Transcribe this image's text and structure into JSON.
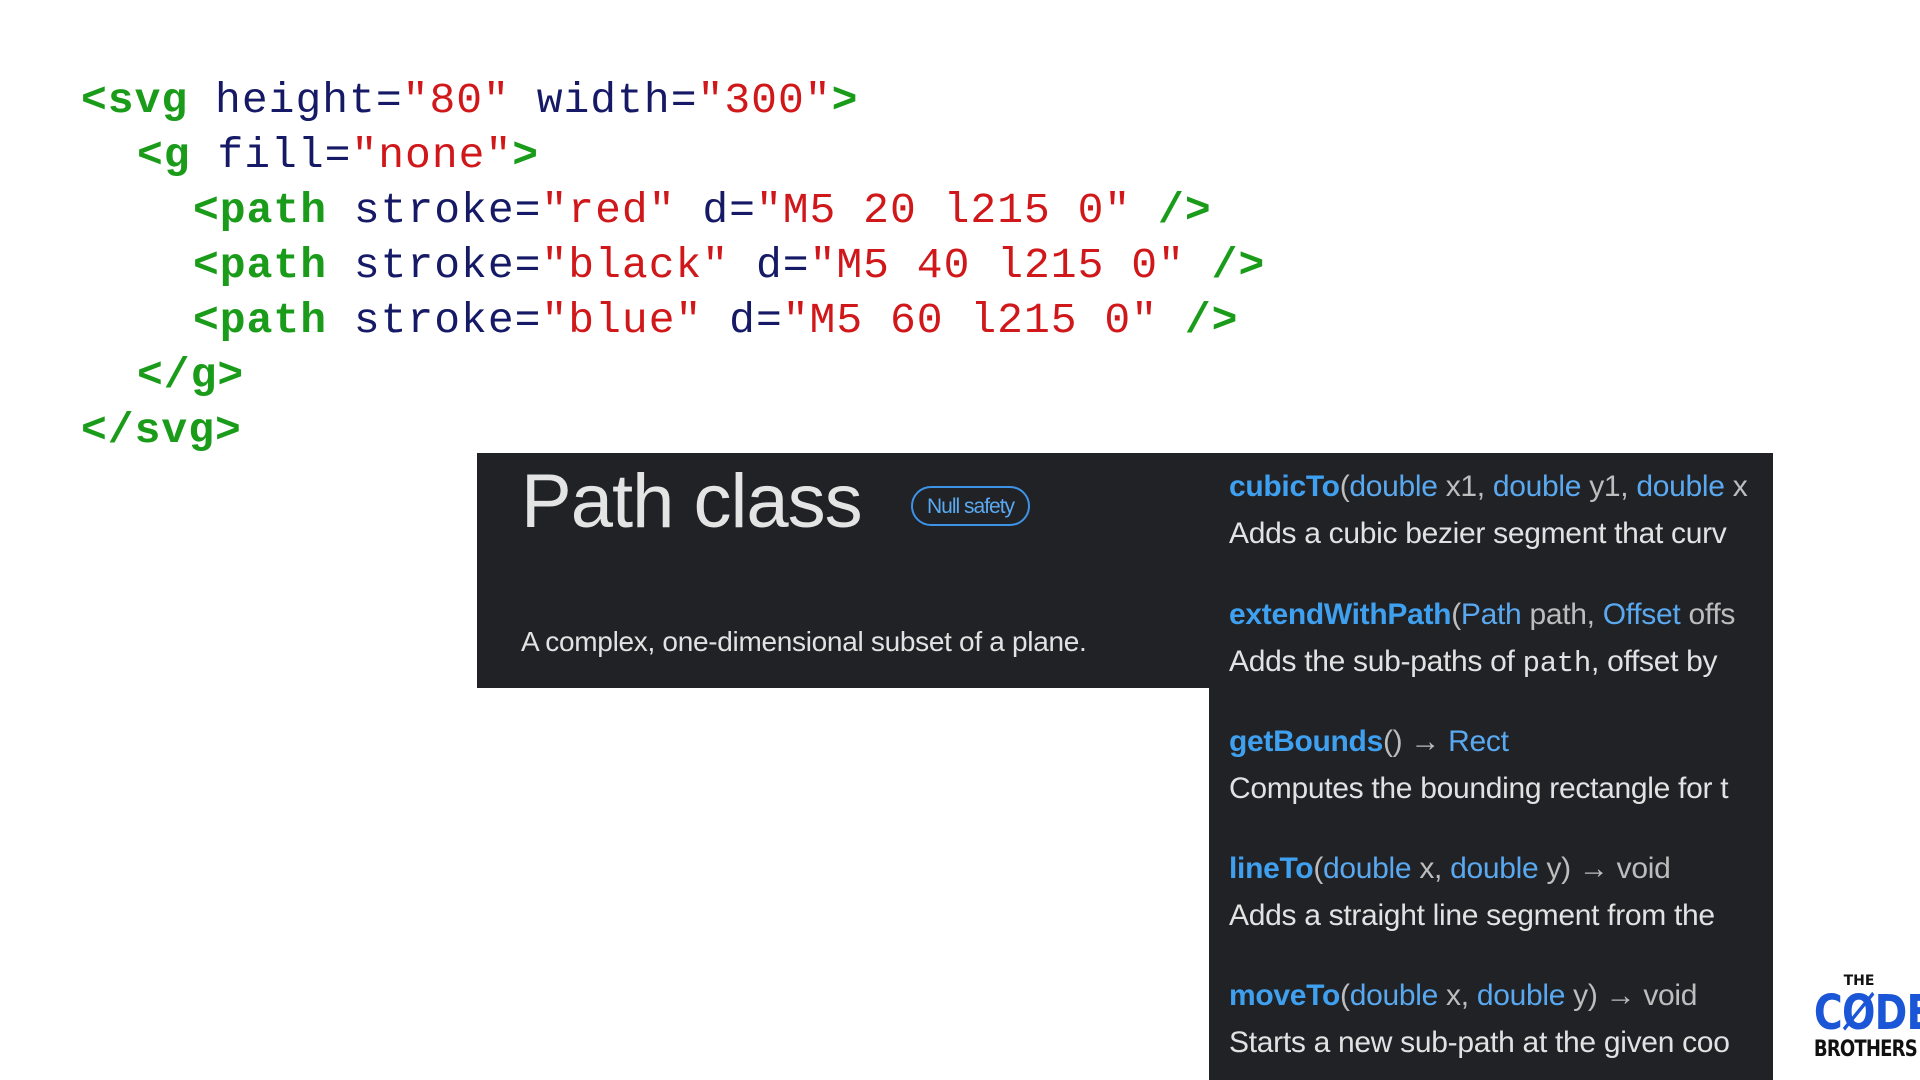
{
  "code": {
    "line1": {
      "open": "<svg",
      "a1": "height",
      "v1": "\"80\"",
      "a2": "width",
      "v2": "\"300\"",
      "close": ">"
    },
    "line2": {
      "open": "<g",
      "a1": "fill",
      "v1": "\"none\"",
      "close": ">"
    },
    "line3": {
      "open": "<path",
      "a1": "stroke",
      "v1": "\"red\"",
      "a2": "d",
      "v2": "\"M5 20 l215 0\"",
      "close": "/>"
    },
    "line4": {
      "open": "<path",
      "a1": "stroke",
      "v1": "\"black\"",
      "a2": "d",
      "v2": "\"M5 40 l215 0\"",
      "close": "/>"
    },
    "line5": {
      "open": "<path",
      "a1": "stroke",
      "v1": "\"blue\"",
      "a2": "d",
      "v2": "\"M5 60 l215 0\"",
      "close": "/>"
    },
    "line6": {
      "tag": "</g>"
    },
    "line7": {
      "tag": "</svg>"
    },
    "equals": "="
  },
  "docs": {
    "title": "Path class",
    "badge": "Null safety",
    "description": "A complex, one-dimensional subset of a plane."
  },
  "methods": [
    {
      "name": "cubicTo",
      "params_html_parts": [
        "(",
        "double",
        " x1, ",
        "double",
        " y1, ",
        "double",
        " x"
      ],
      "desc": "Adds a cubic bezier segment that curv"
    },
    {
      "name": "extendWithPath",
      "params_html_parts": [
        "(",
        "Path",
        " path, ",
        "Offset",
        " offs"
      ],
      "desc_pre": "Adds the sub-paths of ",
      "desc_code": "path",
      "desc_post": ", offset by "
    },
    {
      "name": "getBounds",
      "paren": "()",
      "arrow": "→",
      "return": "Rect",
      "desc": "Computes the bounding rectangle for t"
    },
    {
      "name": "lineTo",
      "params_html_parts": [
        "(",
        "double",
        " x, ",
        "double",
        " y)"
      ],
      "arrow": "→",
      "return": "void",
      "desc": "Adds a straight line segment from the "
    },
    {
      "name": "moveTo",
      "params_html_parts": [
        "(",
        "double",
        " x, ",
        "double",
        " y)"
      ],
      "arrow": "→",
      "return": "void",
      "desc": "Starts a new sub-path at the given coo"
    }
  ],
  "logo": {
    "the": "THE",
    "code": "CØDE",
    "brothers": "BROTHERS"
  },
  "colors": {
    "tag": "#1a9c1a",
    "attribute": "#161a66",
    "string": "#d0181b",
    "panel_bg": "#202226",
    "method_name": "#3fa0f0",
    "logo_blue": "#1a56d6"
  }
}
